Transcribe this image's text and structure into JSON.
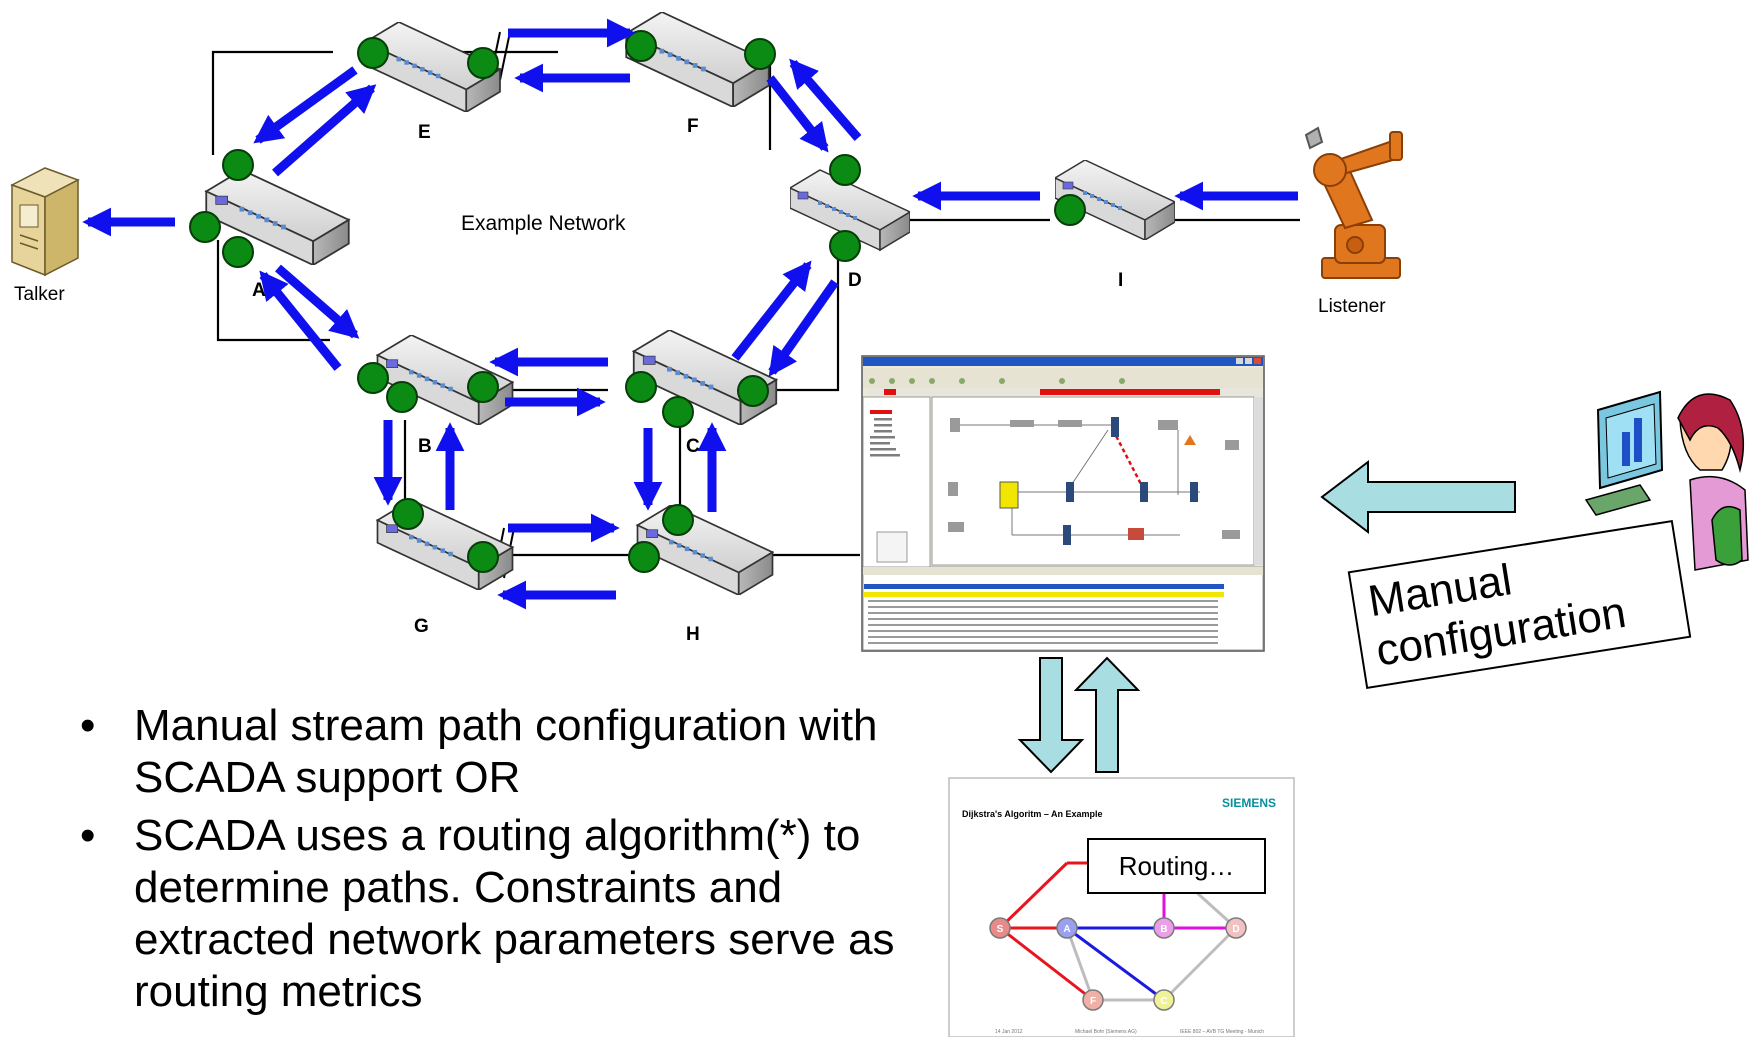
{
  "diagram": {
    "center_label": "Example Network",
    "talker_label": "Talker",
    "listener_label": "Listener",
    "switches": [
      {
        "id": "E",
        "label": "E"
      },
      {
        "id": "F",
        "label": "F"
      },
      {
        "id": "A",
        "label": "A"
      },
      {
        "id": "D",
        "label": "D"
      },
      {
        "id": "I",
        "label": "I"
      },
      {
        "id": "B",
        "label": "B"
      },
      {
        "id": "C",
        "label": "C"
      },
      {
        "id": "G",
        "label": "G"
      },
      {
        "id": "H",
        "label": "H"
      }
    ],
    "manual_config_lines": [
      "Manual",
      "configuration"
    ],
    "routing_label": "Routing…",
    "siemens_slide": {
      "title": "Dijkstra's Algoritm – An Example",
      "brand": "SIEMENS",
      "footer_date": "14 Jan 2012",
      "footer_author": "Michael Bohr (Siemens AG)",
      "footer_meeting": "IEEE 802 – AVB TG Meeting - Munich",
      "nodes": [
        "S",
        "A",
        "B",
        "D",
        "F",
        "C"
      ]
    }
  },
  "bullets": [
    "Manual stream path configuration with SCADA support OR",
    "SCADA uses a routing algorithm(*) to determine paths. Constraints and extracted network parameters serve as routing metrics"
  ],
  "colors": {
    "arrow": "#1010ee",
    "port": "#0b8a14",
    "hollow_arrow": "#a8dde2",
    "robot": "#e0771f",
    "route_red": "#e8141e",
    "route_blue": "#1a1ae0",
    "route_magenta": "#e010e0"
  }
}
